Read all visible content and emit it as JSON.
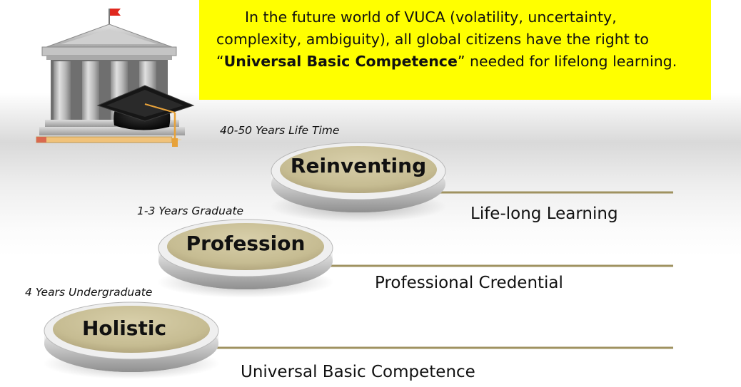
{
  "callout": {
    "text_line1": "In the future world of VUCA (volatility, uncertainty,",
    "text_line2": "complexity, ambiguity), all global citizens have the right to",
    "text_line3_before": "“",
    "text_line3_bold": "Universal Basic Competence",
    "text_line3_after": "” needed for lifelong learning.",
    "background": "#ffff00"
  },
  "steps": [
    {
      "label": "Holistic",
      "caption": "4 Years Undergraduate",
      "outcome": "Universal Basic Competence"
    },
    {
      "label": "Profession",
      "caption": "1-3 Years Graduate",
      "outcome": "Professional Credential"
    },
    {
      "label": "Reinventing",
      "caption": "40-50 Years Life Time",
      "outcome": "Life-long Learning"
    }
  ],
  "colors": {
    "disc_top": "#c9bf97",
    "line": "#9f9260",
    "flag": "#e0281e",
    "tassel": "#e7a23a"
  },
  "icons": {
    "building": "university-building-icon",
    "cap": "graduation-cap-icon",
    "pencil": "pencil-icon",
    "flag": "flag-icon"
  }
}
